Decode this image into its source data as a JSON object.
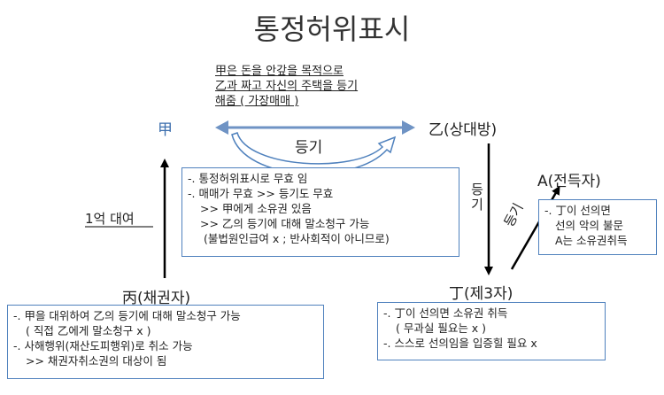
{
  "title": "통정허위표시",
  "note": [
    "甲은 돈을 안갚을 목적으로",
    "乙과 짜고 자신의 주택을 등기",
    "해줌 ( 가장매매 )"
  ],
  "parties": {
    "gap": "甲",
    "eul": "乙(상대방)",
    "byeong": "丙(채권자)",
    "jeong": "丁(제3자)",
    "a": "A(전득자)"
  },
  "arrow_labels": {
    "registration_gap_eul": "등기",
    "loan": "1억 대여",
    "registration_eul_jeong": [
      "등",
      "기"
    ],
    "registration_jeong_a": "등기"
  },
  "boxes": {
    "center": [
      "-. 통정허위표시로 무효 임",
      "-. 매매가 무효 >> 등기도 무효",
      ">> 甲에게 소유권 있음",
      ">> 乙의 등기에 대해 말소청구 가능",
      "(불법원인급여 x ; 반사회적이 아니므로)"
    ],
    "byeong": [
      "-. 甲을 대위하여 乙의 등기에 대해 말소청구 가능",
      "( 직접 乙에게 말소청구 x )",
      "-. 사해행위(재산도피행위)로 취소 가능",
      ">> 채권자취소권의 대상이 됨"
    ],
    "jeong": [
      "-. 丁이 선의면 소유권 취득",
      "( 무과실 필요는 x )",
      "-. 스스로 선의임을 입증힐 필요 x"
    ],
    "a": [
      "-. 丁이 선의면",
      "선의 악의 불문",
      "A는 소유권취득"
    ]
  },
  "colors": {
    "arrow_blue": "#4f81bd",
    "box_border": "#4f81bd",
    "arrow_black": "#000000"
  }
}
